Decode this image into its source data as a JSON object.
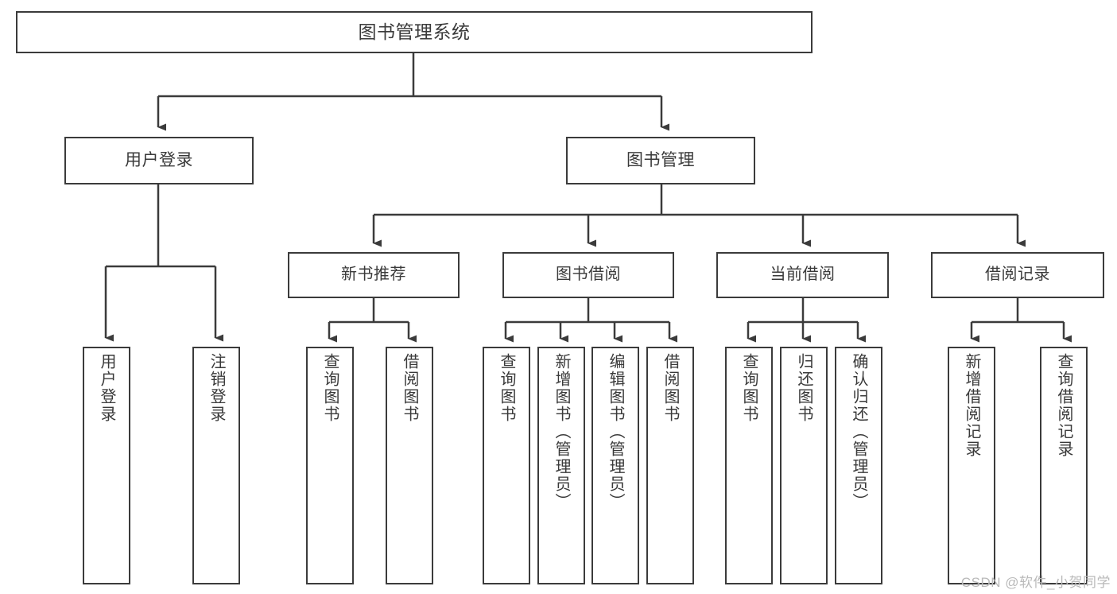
{
  "diagram": {
    "title": "图书管理系统",
    "type": "tree",
    "watermark": "CSDN @软件_小贺同学",
    "colors": {
      "border": "#3b3b3b",
      "text": "#3a3a3a",
      "background": "#ffffff",
      "watermark": "#b9b9b9"
    },
    "root": {
      "label": "图书管理系统"
    },
    "level2": [
      {
        "label": "用户登录"
      },
      {
        "label": "图书管理"
      }
    ],
    "level3": [
      {
        "label": "新书推荐"
      },
      {
        "label": "图书借阅"
      },
      {
        "label": "当前借阅"
      },
      {
        "label": "借阅记录"
      }
    ],
    "leaves": {
      "user_login": [
        {
          "label": "用户登录"
        },
        {
          "label": "注销登录"
        }
      ],
      "new_book_recommend": [
        {
          "label": "查询图书"
        },
        {
          "label": "借阅图书"
        }
      ],
      "book_borrow": [
        {
          "label": "查询图书"
        },
        {
          "label": "新增图书（管理员）"
        },
        {
          "label": "编辑图书（管理员）"
        },
        {
          "label": "借阅图书"
        }
      ],
      "current_borrow": [
        {
          "label": "查询图书"
        },
        {
          "label": "归还图书"
        },
        {
          "label": "确认归还（管理员）"
        }
      ],
      "borrow_record": [
        {
          "label": "新增借阅记录"
        },
        {
          "label": "查询借阅记录"
        }
      ]
    }
  }
}
